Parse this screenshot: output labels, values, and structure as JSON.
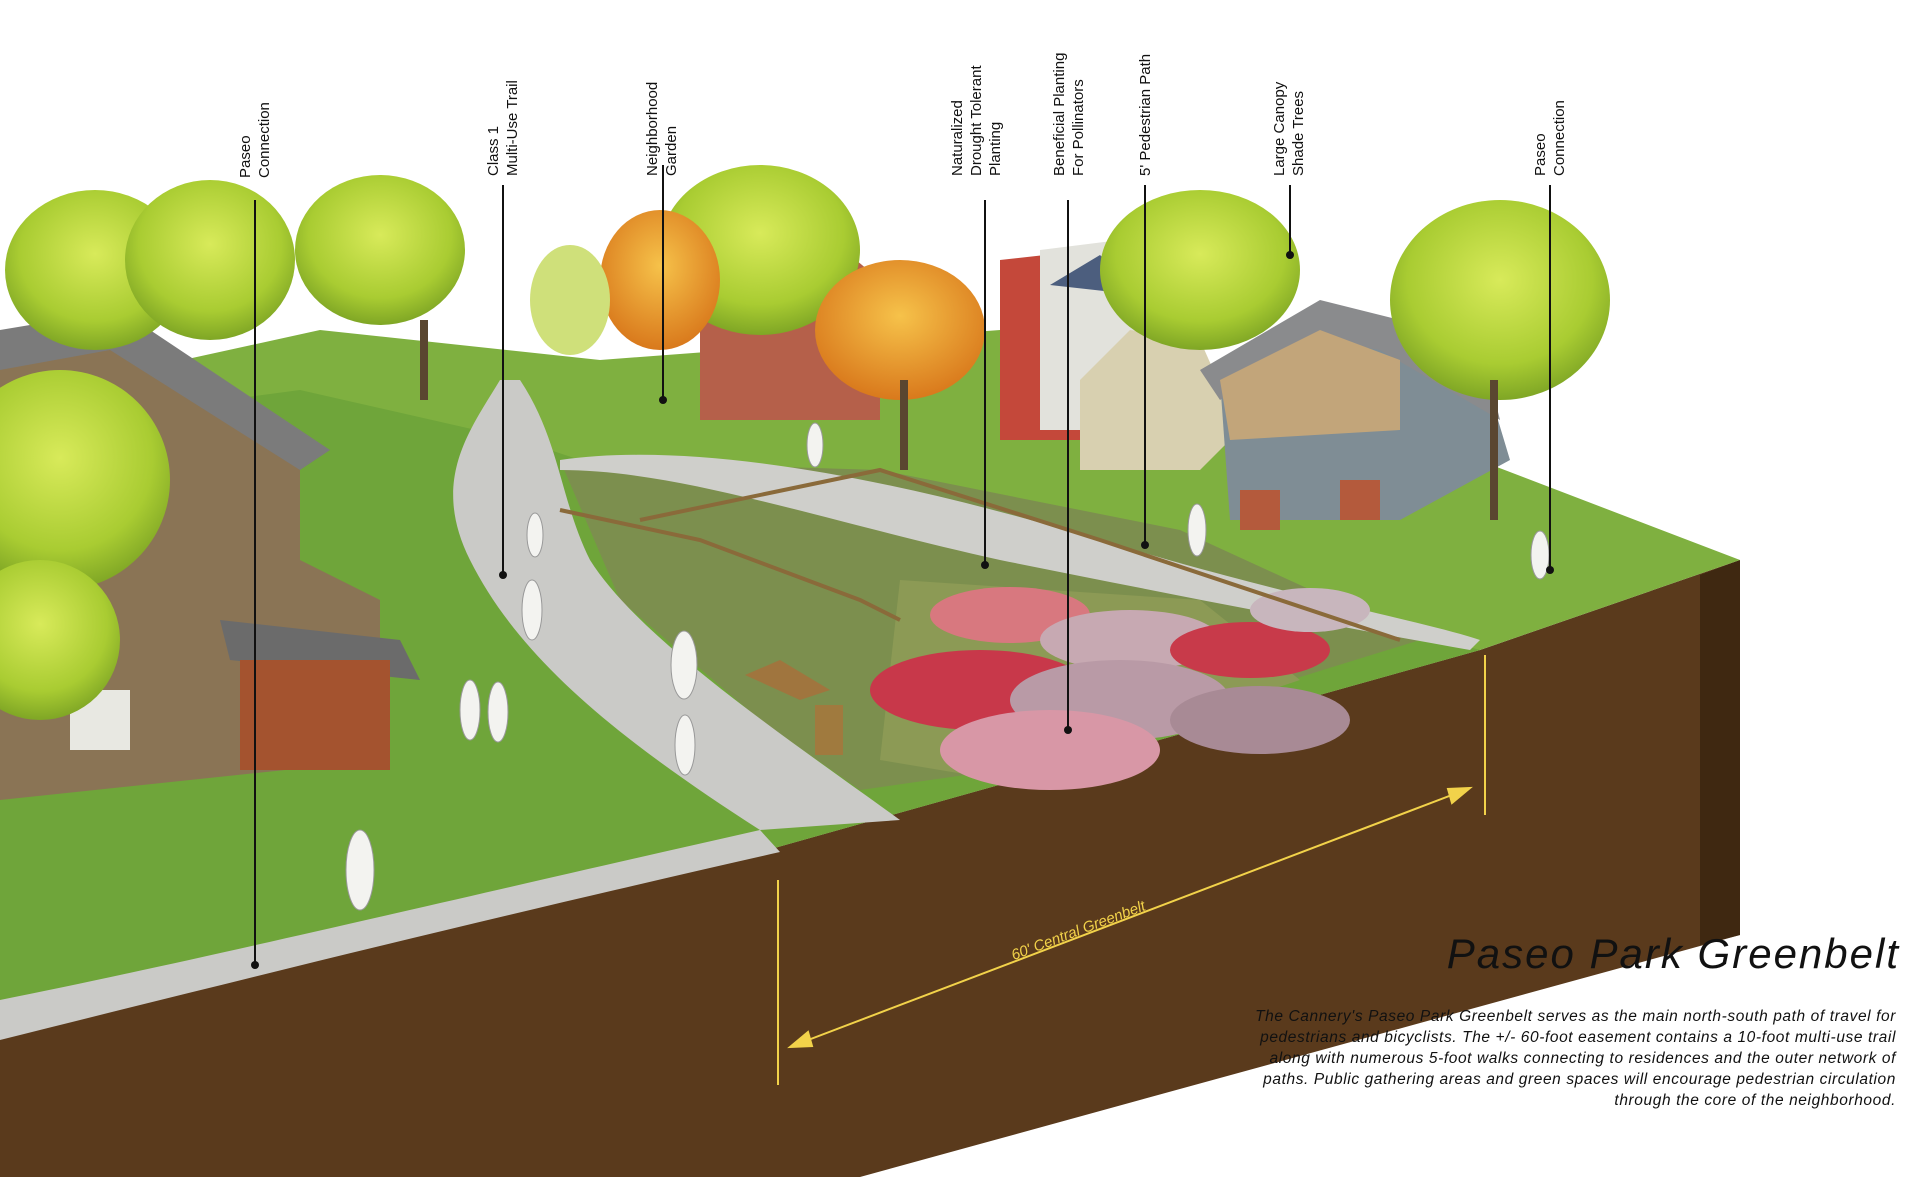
{
  "title": "Paseo Park Greenbelt",
  "description": "The Cannery's Paseo Park Greenbelt serves as the main north-south path of travel for pedestrians and bicyclists. The +/- 60-foot easement contains a 10-foot multi-use trail along with numerous 5-foot walks connecting to residences and the outer network of paths. Public gathering areas and green spaces will encourage pedestrian circulation through the core of the neighborhood.",
  "dimension_label": "60' Central Greenbelt",
  "callouts": [
    {
      "lines": [
        "Paseo",
        "Connection"
      ]
    },
    {
      "lines": [
        "Class 1",
        "Multi-Use Trail"
      ]
    },
    {
      "lines": [
        "Neighborhood",
        "Garden"
      ]
    },
    {
      "lines": [
        "Naturalized",
        "Drought Tolerant",
        "Planting"
      ]
    },
    {
      "lines": [
        "Beneficial Planting",
        "For Pollinators"
      ]
    },
    {
      "lines": [
        "5' Pedestrian Path"
      ]
    },
    {
      "lines": [
        "Large Canopy",
        "Shade Trees"
      ]
    },
    {
      "lines": [
        "Paseo",
        "Connection"
      ]
    }
  ],
  "colors": {
    "soil": "#5a3a1c",
    "soil_dark": "#3f2811",
    "lawn": "#6fae3a",
    "path": "#c9c9c6",
    "tree": "#b7d63a",
    "dimension": "#f2d24a"
  }
}
